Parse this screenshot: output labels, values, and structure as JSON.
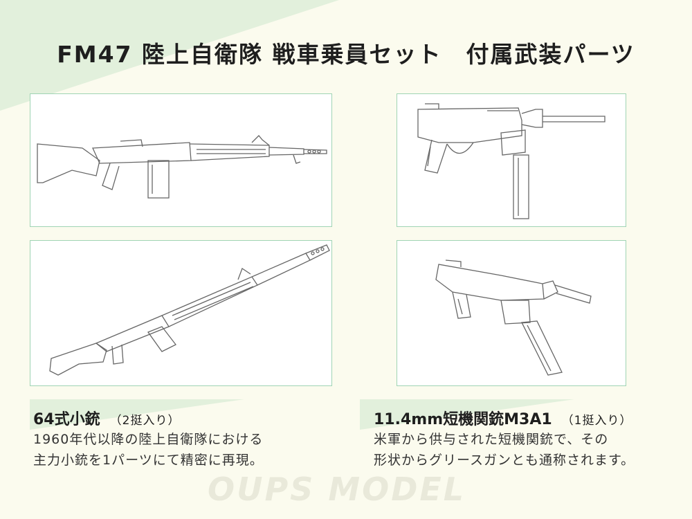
{
  "title": "FM47 陸上自衛隊 戦車乗員セット　付属武装パーツ",
  "colors": {
    "background": "#fbfbee",
    "band": "#e2f0dc",
    "panel_border": "#9fd4b4",
    "line_art": "#666666"
  },
  "panels": [
    {
      "icon": "type64-rifle-side-view"
    },
    {
      "icon": "m3a1-grease-gun-side-view"
    },
    {
      "icon": "type64-rifle-angled-view"
    },
    {
      "icon": "m3a1-grease-gun-angled-view"
    }
  ],
  "left_item": {
    "name": "64式小銃",
    "quantity": "（2挺入り）",
    "description": [
      "1960年代以降の陸上自衛隊における",
      "主力小銃を1パーツにて精密に再現。"
    ]
  },
  "right_item": {
    "name": "11.4mm短機関銃M3A1",
    "quantity": "（1挺入り）",
    "description": [
      "米軍から供与された短機関銃で、その",
      "形状からグリースガンとも通称されます。"
    ]
  },
  "watermark": "OUPS MODEL"
}
